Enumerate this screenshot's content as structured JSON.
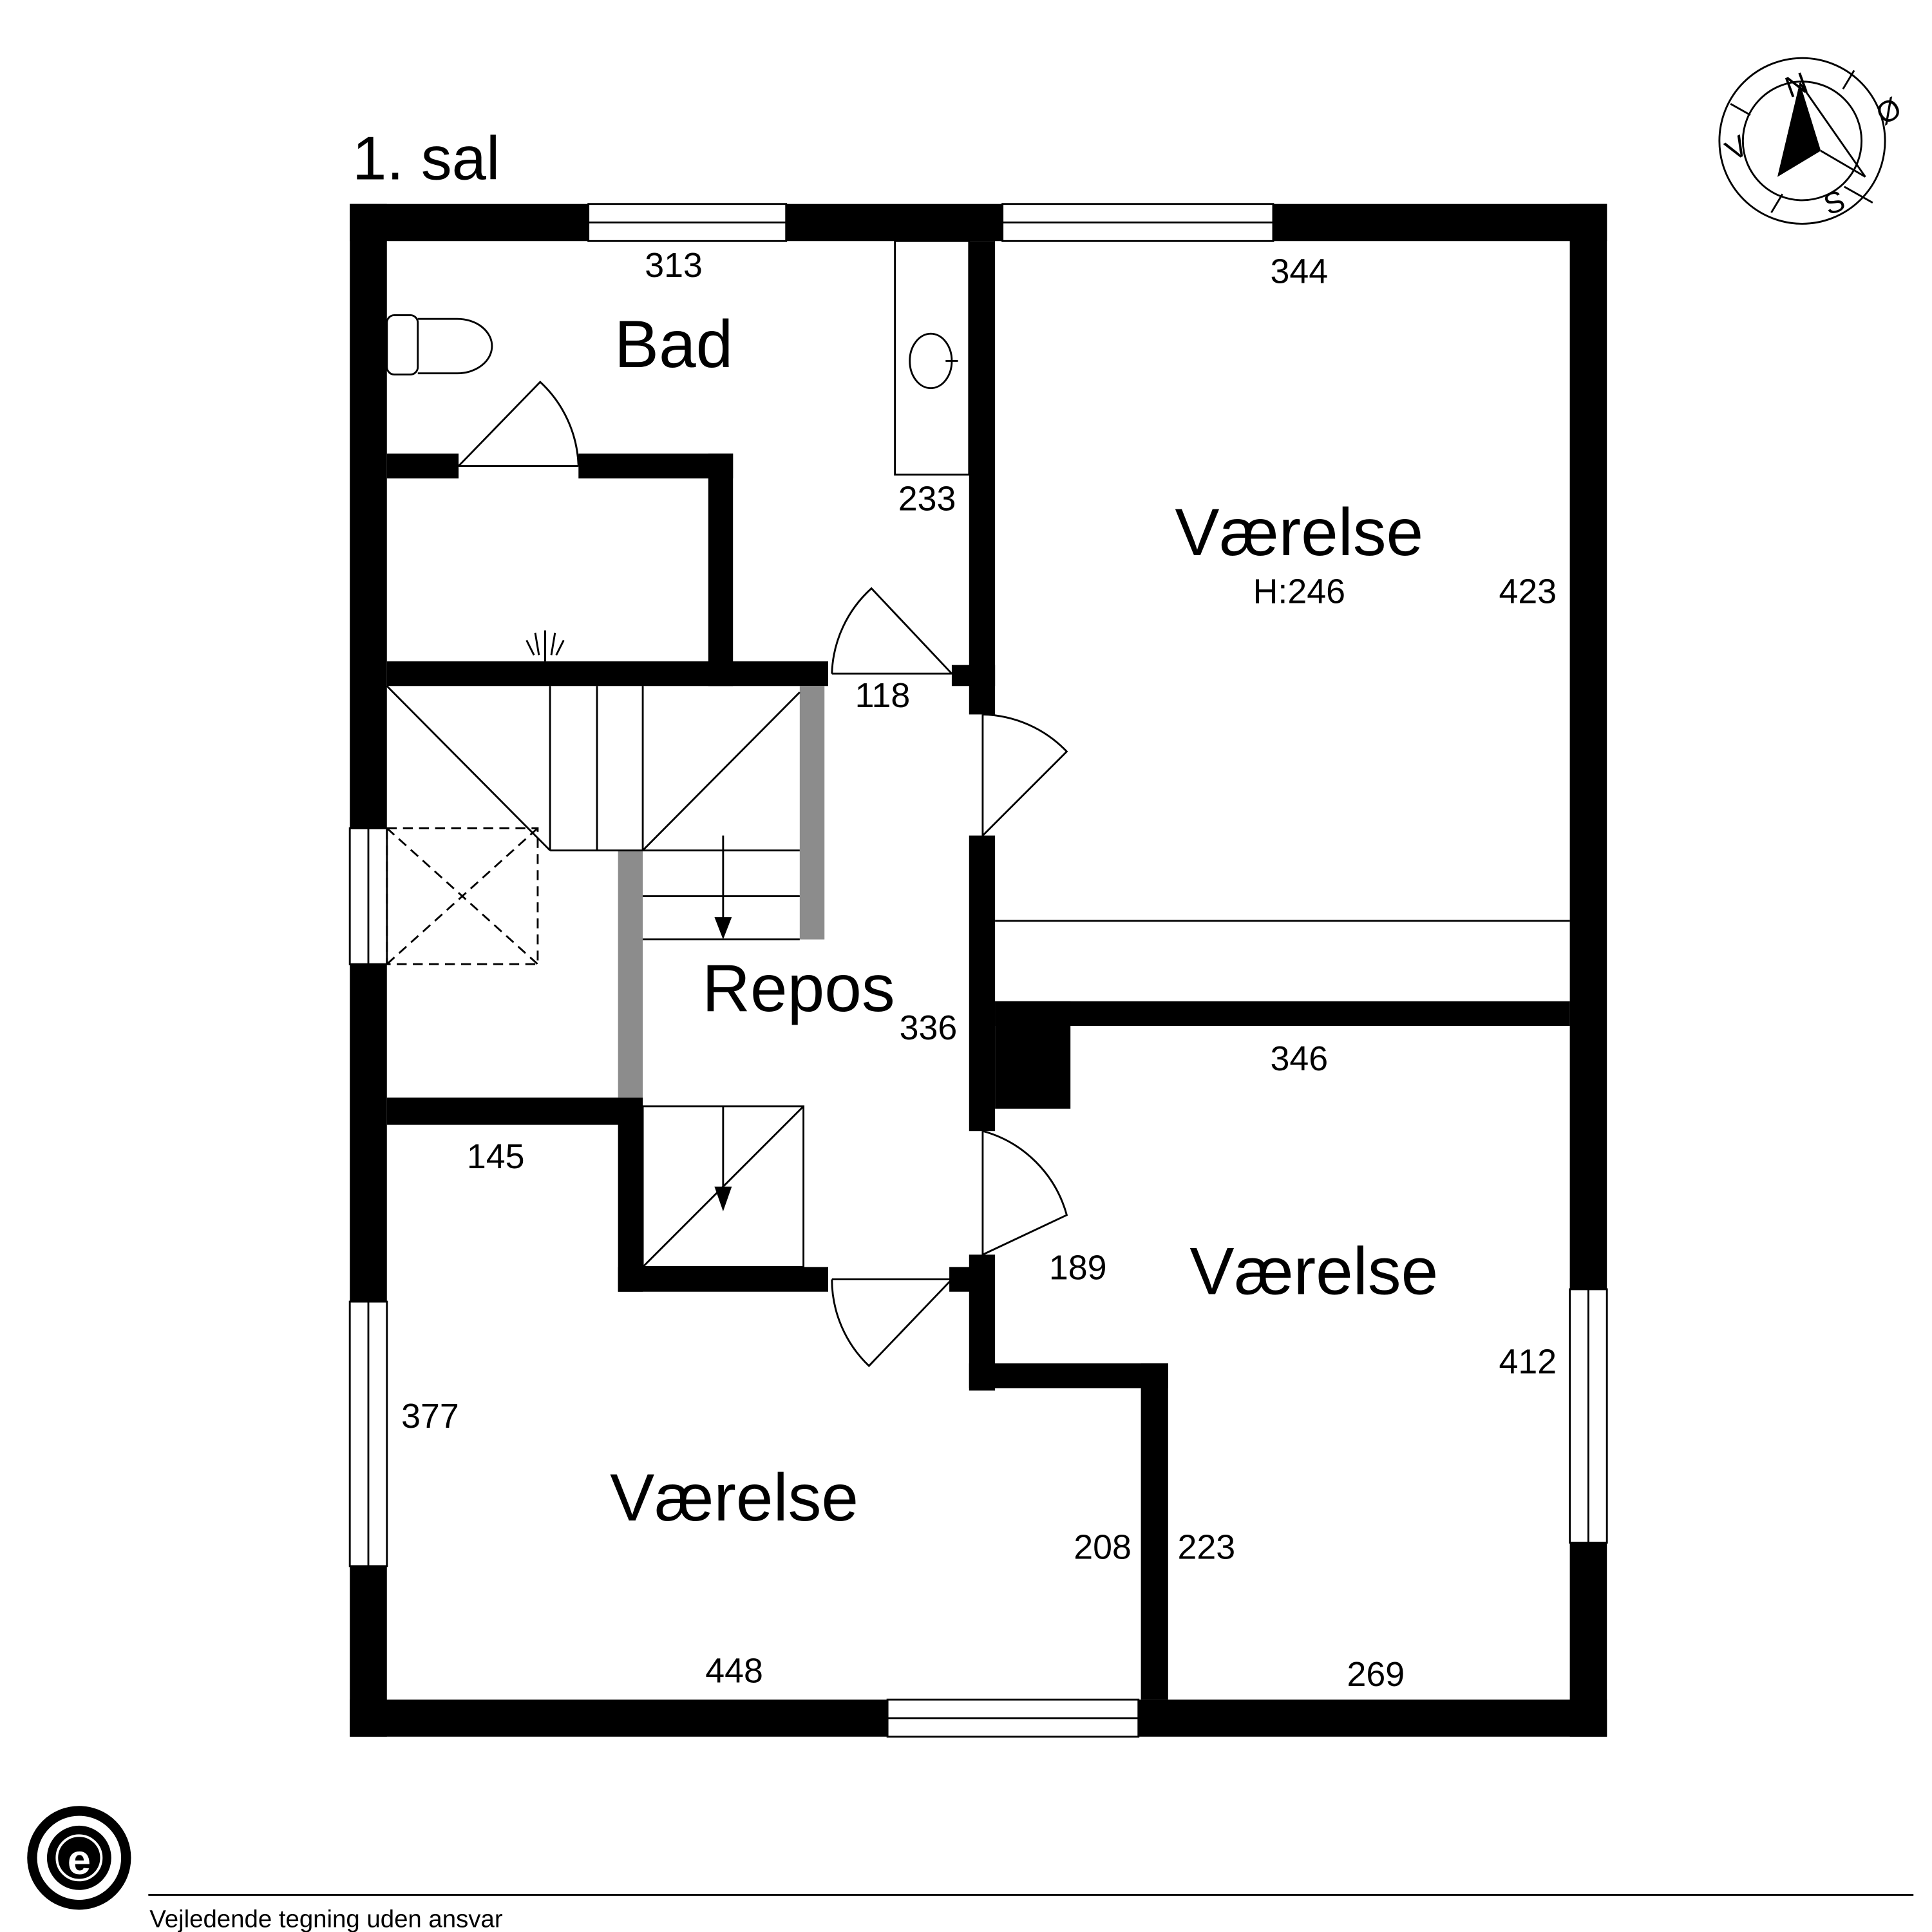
{
  "title": "1. sal",
  "rooms": {
    "bad": {
      "label": "Bad",
      "dims": [
        "313",
        "233"
      ]
    },
    "repos": {
      "label": "Repos",
      "dims": [
        "118",
        "336",
        "145"
      ]
    },
    "vaerelse_ne": {
      "label": "Værelse",
      "height": "H:246",
      "dims": [
        "344",
        "423"
      ]
    },
    "vaerelse_e": {
      "label": "Værelse",
      "dims": [
        "346",
        "189",
        "412",
        "223",
        "269"
      ]
    },
    "vaerelse_sw": {
      "label": "Værelse",
      "dims": [
        "377",
        "208",
        "448"
      ]
    }
  },
  "compass": {
    "n": "N",
    "e": "Ø",
    "s": "S",
    "w": "V"
  },
  "footer": {
    "disclaimer": "Vejledende tegning uden ansvar",
    "logo_letter": "e"
  },
  "colors": {
    "wall": "#000000",
    "stair_rail": "#8c8c8c"
  }
}
